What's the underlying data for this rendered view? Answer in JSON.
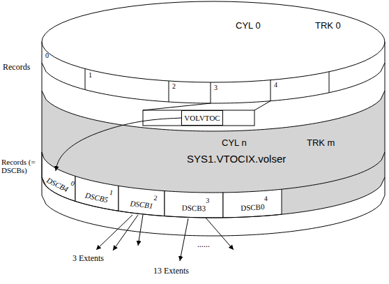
{
  "diagram": {
    "nodes": [
      {
        "text": [
          "VOLVTOC"
        ]
      },
      {
        "text": [
          "0",
          "DSCB4"
        ]
      },
      {
        "text": [
          "1",
          "DSCB5"
        ]
      },
      {
        "text": [
          "2",
          "DSCB1"
        ]
      },
      {
        "text": [
          "3",
          "DSCB3"
        ]
      },
      {
        "text": [
          "4",
          "DSCB0"
        ]
      }
    ],
    "edges": [
      {
        "from": 0,
        "to": 1,
        "arrow": "to"
      }
    ],
    "labels": [
      "Records",
      "CYL 0",
      "TRK 0",
      "0",
      "1",
      "2",
      "3",
      "4",
      "Records (= DSCBs)",
      "CYL n",
      "TRK m",
      "SYS1.VTOCIX.volser",
      "3 Extents",
      "......",
      "13 Extents"
    ]
  }
}
